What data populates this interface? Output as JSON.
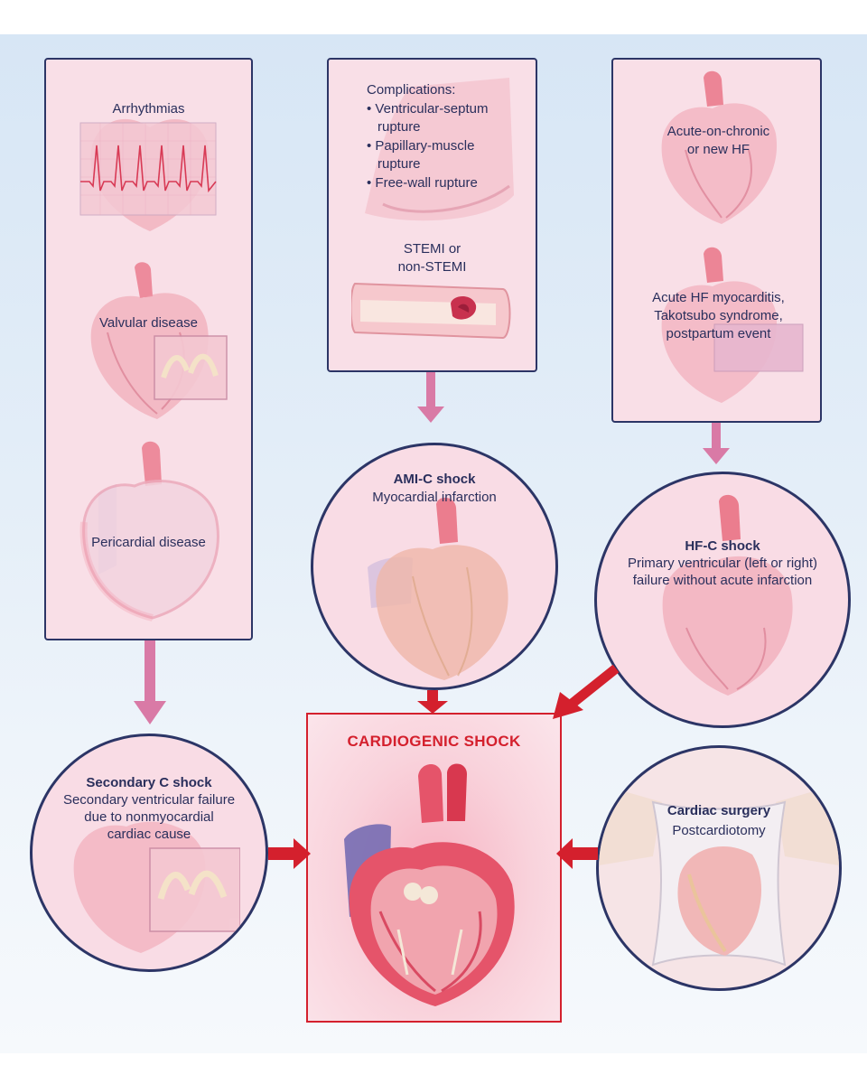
{
  "left_panel": {
    "arrhythmias": "Arrhythmias",
    "valvular": "Valvular disease",
    "pericardial": "Pericardial disease"
  },
  "middle_panel": {
    "complications_title": "Complications:",
    "complications": [
      "• Ventricular-septum",
      "rupture",
      "• Papillary-muscle",
      "rupture",
      "• Free-wall rupture"
    ],
    "stemi_line1": "STEMI or",
    "stemi_line2": "non-STEMI"
  },
  "right_panel": {
    "hf_line1": "Acute-on-chronic",
    "hf_line2": "or new HF",
    "myo_line1": "Acute HF myocarditis,",
    "myo_line2": "Takotsubo syndrome,",
    "myo_line3": "postpartum event"
  },
  "ami_shock": {
    "title": "AMI-C shock",
    "subtitle": "Myocardial infarction"
  },
  "hf_shock": {
    "title": "HF-C shock",
    "line1": "Primary ventricular (left or right)",
    "line2": "failure without acute infarction"
  },
  "secondary_shock": {
    "title": "Secondary C shock",
    "line1": "Secondary ventricular failure",
    "line2": "due to nonmyocardial",
    "line3": "cardiac cause"
  },
  "surgery": {
    "title": "Cardiac surgery",
    "subtitle": "Postcardiotomy"
  },
  "center": {
    "title": "CARDIOGENIC SHOCK"
  },
  "colors": {
    "navy": "#2c3566",
    "panel_pink": "#f9dfe7",
    "arrow_pink": "#d97aa6",
    "arrow_red": "#d4202d",
    "heart_red": "#e5546a"
  }
}
